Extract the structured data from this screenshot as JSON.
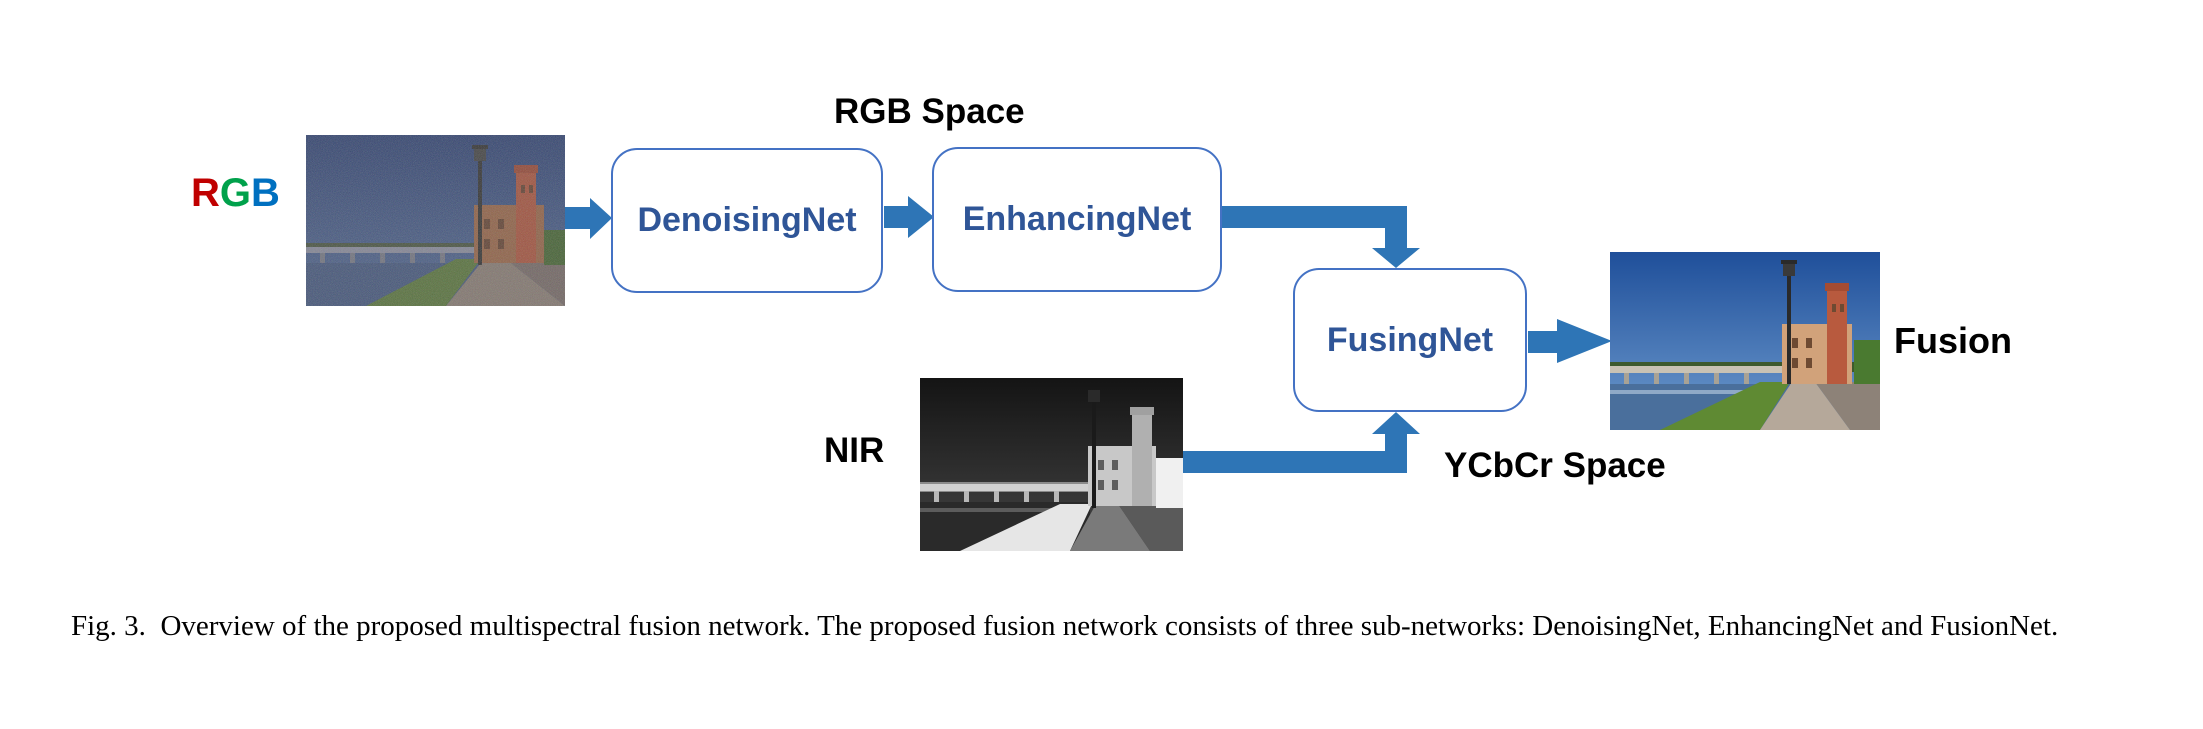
{
  "labels": {
    "rgb_r": "R",
    "rgb_g": "G",
    "rgb_b": "B",
    "rgb_space": "RGB Space",
    "nir": "NIR",
    "fusion": "Fusion",
    "ycbcr_space": "YCbCr Space"
  },
  "modules": {
    "denoising": "DenoisingNet",
    "enhancing": "EnhancingNet",
    "fusing": "FusingNet"
  },
  "caption": {
    "prefix": "Fig. 3.",
    "text": "Overview of the proposed multispectral fusion network. The proposed fusion network consists of three sub-networks: DenoisingNet, EnhancingNet and FusionNet."
  },
  "colors": {
    "r": "#c00000",
    "g": "#00a14b",
    "b": "#0070c0",
    "arrow": "#2e75b6",
    "box_border": "#4472c4",
    "box_text": "#2f5597"
  },
  "images": [
    {
      "name": "rgb-noisy-photo",
      "kind": "noisy color photograph"
    },
    {
      "name": "nir-photo",
      "kind": "grayscale near-infrared photograph"
    },
    {
      "name": "fusion-output-photo",
      "kind": "clean fused color photograph"
    }
  ]
}
